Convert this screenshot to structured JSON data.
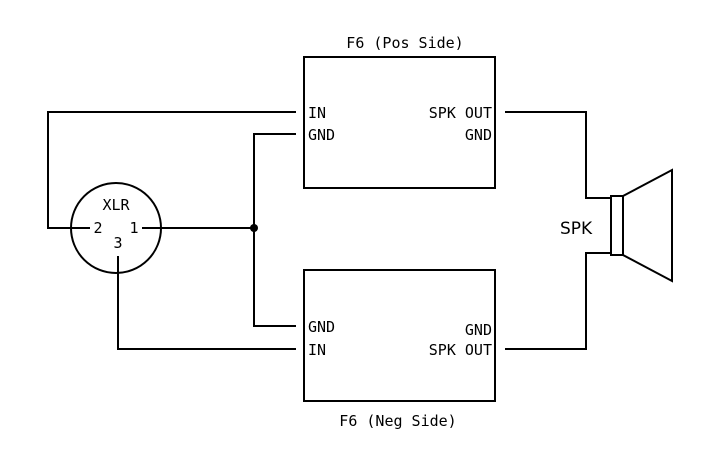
{
  "amp_top": {
    "title": "F6 (Pos Side)",
    "in": "IN",
    "gnd_in": "GND",
    "spk_out": "SPK OUT",
    "gnd_out": "GND"
  },
  "amp_bottom": {
    "title": "F6 (Neg Side)",
    "in": "IN",
    "gnd_in": "GND",
    "spk_out": "SPK OUT",
    "gnd_out": "GND"
  },
  "xlr": {
    "label": "XLR",
    "pin1": "1",
    "pin2": "2",
    "pin3": "3"
  },
  "speaker": {
    "label": "SPK"
  }
}
